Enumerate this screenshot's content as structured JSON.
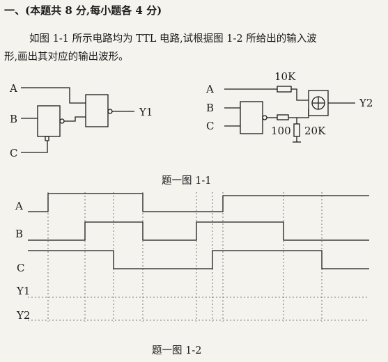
{
  "question": {
    "heading": "一、(本题共 8 分,每小题各 4 分)",
    "line1": "如图 1-1 所示电路均为 TTL 电路,试根据图 1-2 所给出的输入波",
    "line2": "形,画出其对应的输出波形。"
  },
  "figure1": {
    "caption": "题一图 1-1",
    "left_circuit": {
      "input_a": "A",
      "input_b": "B",
      "input_c": "C",
      "output": "Y1"
    },
    "right_circuit": {
      "input_a": "A",
      "input_b": "B",
      "input_c": "C",
      "output": "Y2",
      "r_top": "10K",
      "r_mid": "100",
      "r_shunt": "20K",
      "gate_symbol": "⊕"
    }
  },
  "figure2": {
    "caption": "题一图 1-2",
    "signal_labels": [
      "A",
      "B",
      "C",
      "Y1",
      "Y2"
    ]
  }
}
